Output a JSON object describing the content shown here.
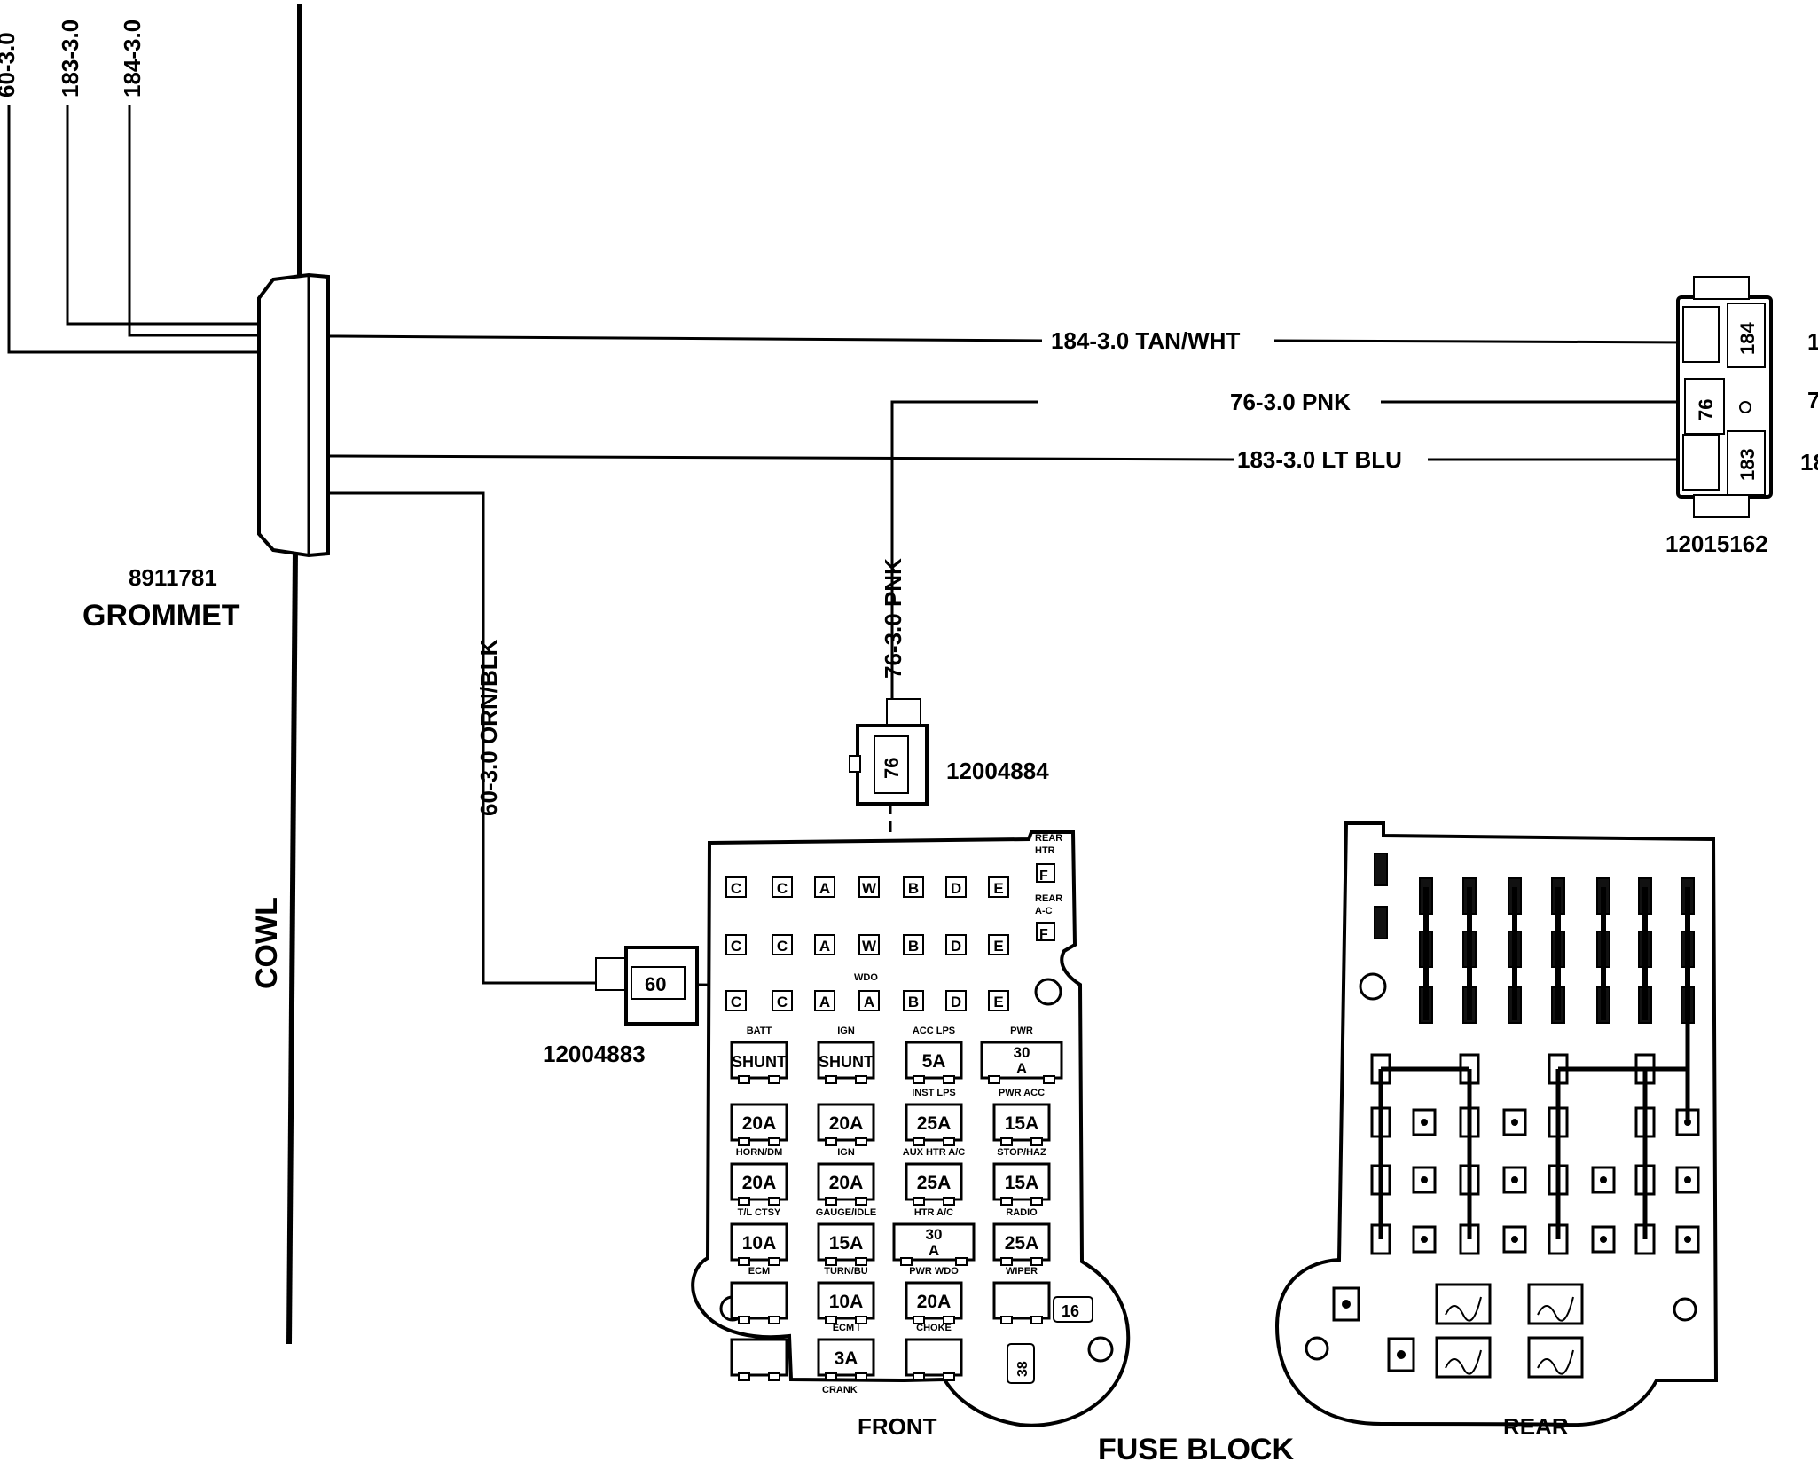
{
  "wires": {
    "w184": "184-3.0 TAN/WHT",
    "w76": "76-3.0 PNK",
    "w183": "183-3.0 LT BLU",
    "w76v": "76-3.0 PNK",
    "w60v": "60-3.0 ORN/BLK",
    "top60": "60-3.0",
    "top183": "183-3.0",
    "top184": "184-3.0"
  },
  "parts": {
    "grommet_num": "8911781",
    "grommet": "GROMMET",
    "cowl": "COWL",
    "conn_right": "12015162",
    "conn_76": "12004884",
    "conn_60": "12004883"
  },
  "pins": {
    "p184": "184",
    "p76": "76",
    "p183": "183",
    "p76c": "76",
    "p60c": "60",
    "cut1": "1",
    "cut2": "7",
    "cut3": "18"
  },
  "fuse_block": {
    "front": "FRONT",
    "rear": "REAR",
    "title": "FUSE BLOCK",
    "rear_htr": "REAR\nHTR",
    "rear_ac": "REAR\nA-C",
    "wdo": "WDO",
    "f_letter": "F",
    "rows": [
      [
        "C",
        "C",
        "A",
        "W",
        "B",
        "D",
        "E"
      ],
      [
        "C",
        "C",
        "A",
        "W",
        "B",
        "D",
        "E"
      ],
      [
        "C",
        "C",
        "A",
        "A",
        "B",
        "D",
        "E"
      ]
    ],
    "fuse_rows": [
      [
        {
          "top": "BATT",
          "val": "SHUNT"
        },
        {
          "top": "IGN",
          "val": "SHUNT"
        },
        {
          "top": "ACC   LPS",
          "val": "5A"
        },
        {
          "top": "PWR",
          "val": "30\nA"
        }
      ],
      [
        {
          "top": "",
          "val": "20A"
        },
        {
          "top": "",
          "val": "20A"
        },
        {
          "top": "INST LPS",
          "val": "25A"
        },
        {
          "top": "PWR ACC",
          "val": "15A"
        }
      ],
      [
        {
          "top": "HORN/DM",
          "val": "20A"
        },
        {
          "top": "IGN",
          "val": "20A"
        },
        {
          "top": "AUX HTR A/C",
          "val": "25A"
        },
        {
          "top": "STOP/HAZ",
          "val": "15A"
        }
      ],
      [
        {
          "top": "T/L CTSY",
          "val": "10A"
        },
        {
          "top": "GAUGE/IDLE",
          "val": "15A"
        },
        {
          "top": "HTR A/C",
          "val": "30\nA"
        },
        {
          "top": "RADIO",
          "val": "25A"
        }
      ],
      [
        {
          "top": "ECM",
          "val": ""
        },
        {
          "top": "TURN/BU",
          "val": "10A"
        },
        {
          "top": "PWR WDO",
          "val": "20A"
        },
        {
          "top": "WIPER",
          "val": ""
        }
      ],
      [
        {
          "top": "",
          "val": ""
        },
        {
          "top": "ECM I",
          "val": "3A"
        },
        {
          "top": "CHOKE",
          "val": ""
        },
        {
          "top": "",
          "val": ""
        }
      ]
    ],
    "bottom_labels": [
      "CRANK"
    ],
    "small16": "16",
    "small38": "38"
  }
}
